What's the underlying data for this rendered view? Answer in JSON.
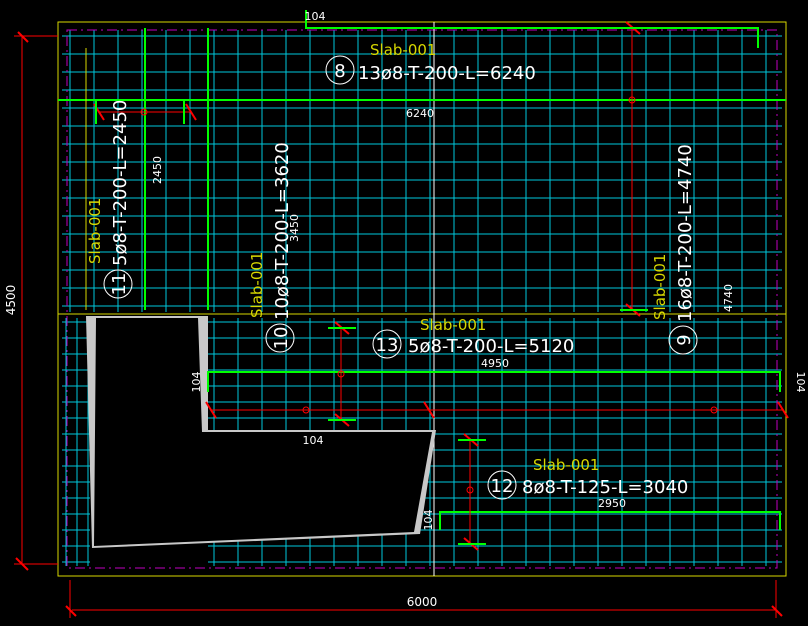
{
  "colors": {
    "background": "#000000",
    "grid": "#00c8dc",
    "border": "#d8d800",
    "boundary_dash": "#c000c0",
    "rebar_main": "#00ff00",
    "dimension": "#ff0000",
    "label_yellow": "#d8d800",
    "label_white": "#ffffff",
    "opening_fill": "#000000",
    "opening_edge": "#c8c8c8"
  },
  "dimensions": {
    "overall_width": "6000",
    "overall_height": "4500"
  },
  "callouts": [
    {
      "mark": "8",
      "slab": "Slab-001",
      "spec": "13ø8-T-200-L=6240",
      "length": "6240"
    },
    {
      "mark": "11",
      "slab": "Slab-001",
      "spec": "5ø8-T-200-L=2450",
      "length": "2450"
    },
    {
      "mark": "10",
      "slab": "Slab-001",
      "spec": "10ø8-T-200-L=3620",
      "length": "3450"
    },
    {
      "mark": "9",
      "slab": "Slab-001",
      "spec": "16ø8-T-200-L=4740",
      "length": "4740"
    },
    {
      "mark": "13",
      "slab": "Slab-001",
      "spec": "5ø8-T-200-L=5120",
      "length": "4950"
    },
    {
      "mark": "12",
      "slab": "Slab-001",
      "spec": "8ø8-T-125-L=3040",
      "length": "2950"
    }
  ],
  "hooks": {
    "top": "104",
    "left_13": "104",
    "right_13": "104",
    "bottom_13": "104",
    "left_12": "104"
  }
}
